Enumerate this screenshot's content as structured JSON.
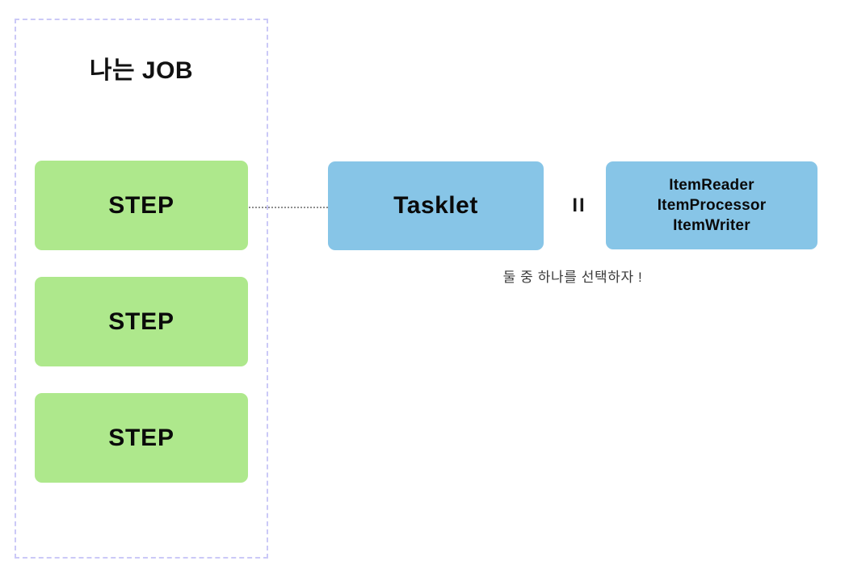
{
  "diagram": {
    "title": "나는 JOB",
    "job_container": {
      "label": "job-boundary",
      "border_color": "#cbc9f7",
      "border_style": "dashed"
    },
    "steps": [
      {
        "label": "STEP"
      },
      {
        "label": "STEP"
      },
      {
        "label": "STEP"
      }
    ],
    "step_color": "#aee88c",
    "connector": {
      "style": "dotted",
      "color": "#8e8e8e"
    },
    "tasklet": {
      "label": "Tasklet",
      "color": "#87c5e7"
    },
    "equals": {
      "symbol": "II"
    },
    "chunk": {
      "color": "#87c5e7",
      "lines": [
        "ItemReader",
        "ItemProcessor",
        "ItemWriter"
      ]
    },
    "caption": "둘 중 하나를 선택하자 !"
  }
}
